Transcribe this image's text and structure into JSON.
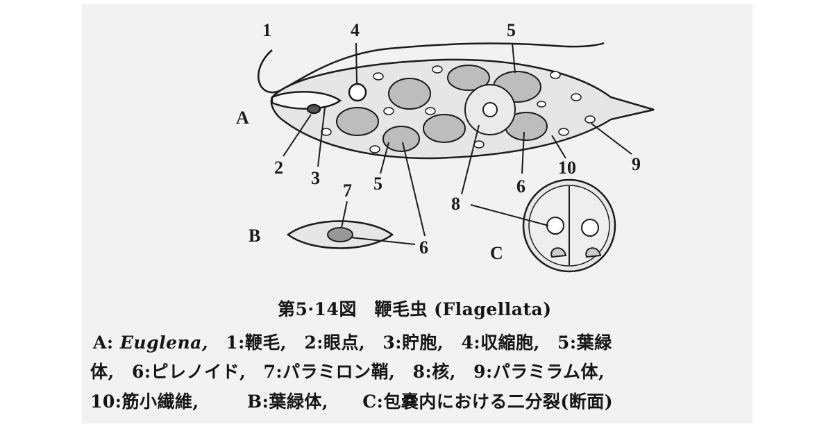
{
  "figure": {
    "panel_labels": {
      "A": "A",
      "B": "B",
      "C": "C"
    },
    "part_numbers": [
      "1",
      "2",
      "3",
      "4",
      "5",
      "5",
      "6",
      "6",
      "7",
      "8",
      "9",
      "10"
    ],
    "caption_title": "第5·14図　鞭毛虫 (Flagellata)",
    "legend": [
      {
        "key": "A:",
        "text": "Euglena,"
      },
      {
        "key": "1:",
        "text": "鞭毛,"
      },
      {
        "key": "2:",
        "text": "眼点,"
      },
      {
        "key": "3:",
        "text": "貯胞,"
      },
      {
        "key": "4:",
        "text": "収縮胞,"
      },
      {
        "key": "5:",
        "text": "葉緑体,"
      },
      {
        "key": "6:",
        "text": "ピレノイド,"
      },
      {
        "key": "7:",
        "text": "パラミロン鞘,"
      },
      {
        "key": "8:",
        "text": "核,"
      },
      {
        "key": "9:",
        "text": "パラミラム体,"
      },
      {
        "key": "10:",
        "text": "筋小繊維,"
      },
      {
        "key": "B:",
        "text": "葉緑体,"
      },
      {
        "key": "C:",
        "text": "包嚢内における二分裂(断面)"
      }
    ],
    "line_1_tail": "5:葉緑",
    "line_2_head": "体,"
  }
}
